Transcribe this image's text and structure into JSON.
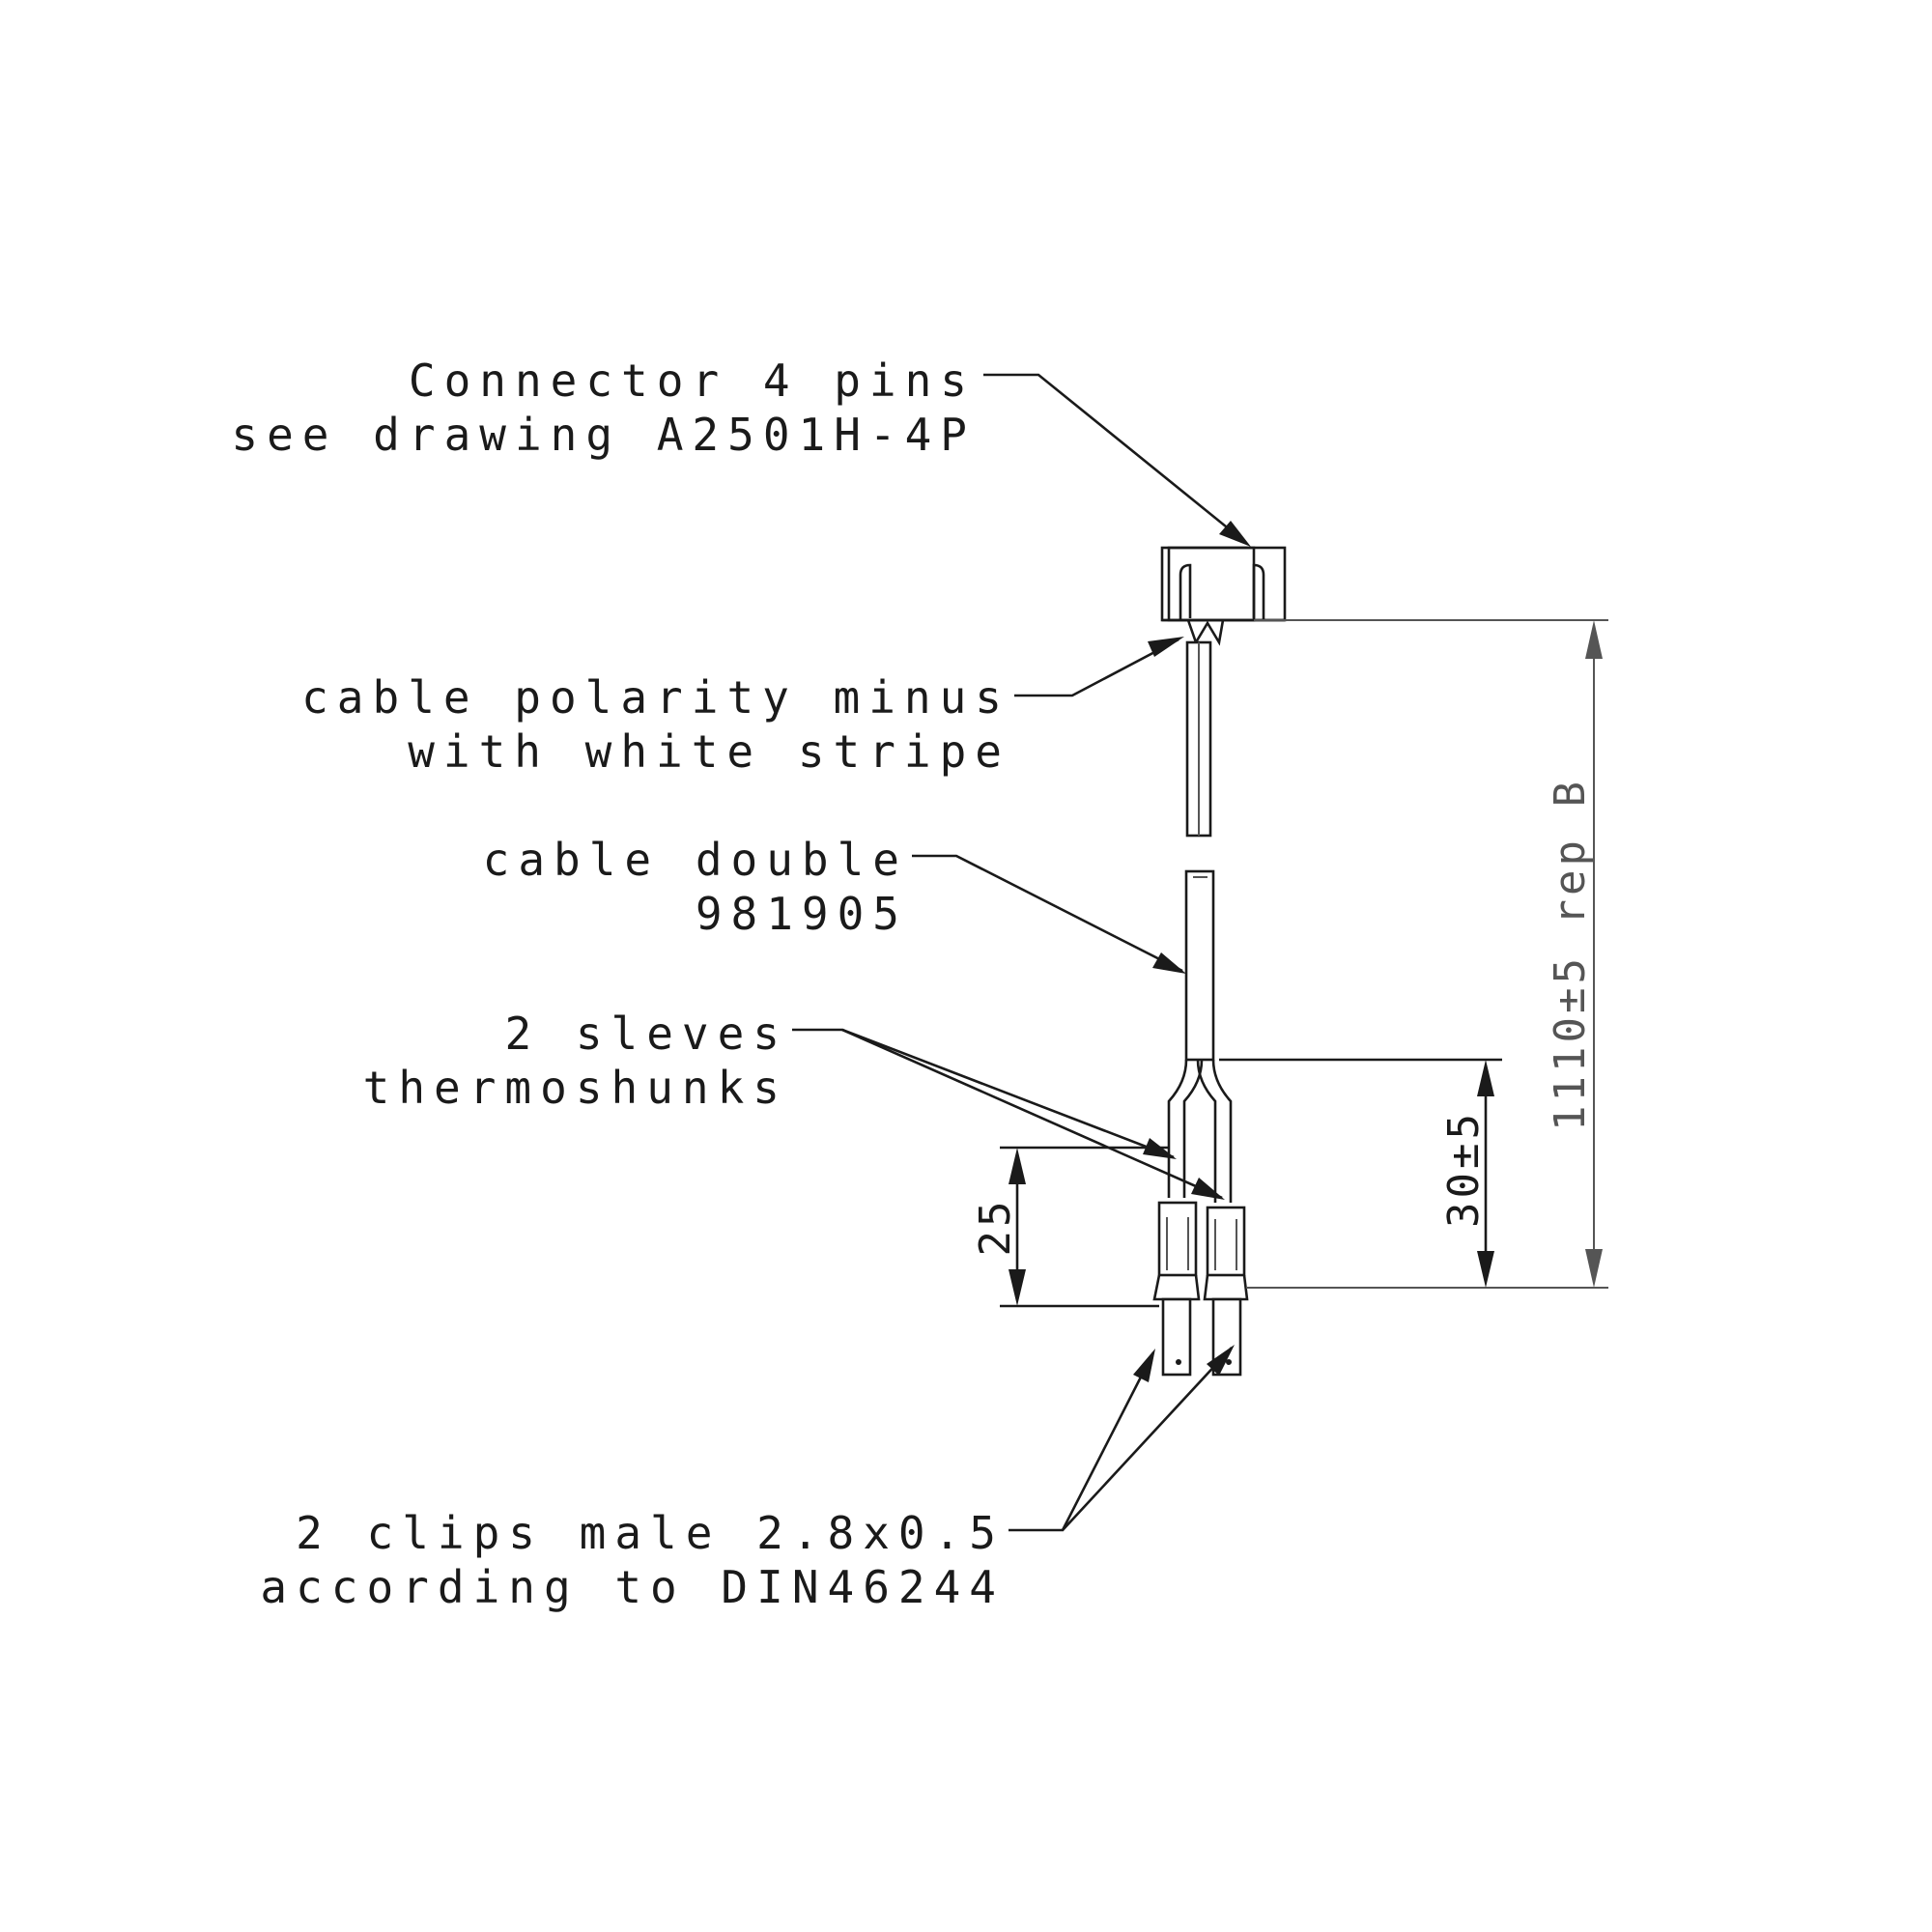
{
  "callouts": {
    "connector": {
      "line1": "Connector 4 pins",
      "line2": "see drawing A2501H-4P"
    },
    "polarity": {
      "line1": "cable polarity minus",
      "line2": "with white stripe"
    },
    "cable": {
      "line1": "cable double",
      "line2": "981905"
    },
    "sleeves": {
      "line1": "2 sleves",
      "line2": "thermoshunks"
    },
    "clips": {
      "line1": "2 clips male 2.8x0.5",
      "line2": "according to DIN46244"
    }
  },
  "dimensions": {
    "overall": "1110±5 rep B",
    "split": "30±5",
    "sleeve": "25"
  },
  "colors": {
    "line": "#1a1a1a",
    "dimension_grey": "#555555",
    "background": "#ffffff"
  }
}
